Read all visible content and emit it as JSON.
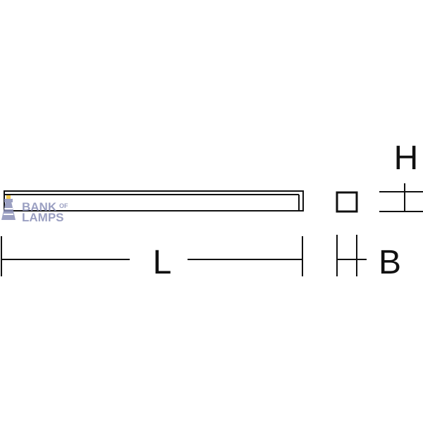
{
  "diagram": {
    "labels": {
      "length": "L",
      "breadth": "B",
      "height": "H"
    },
    "line_color": "#111111"
  },
  "logo": {
    "line1": "BANK",
    "line1_small": "OF",
    "line2": "LAMPS",
    "color": "#8a90b8",
    "accent_color": "#f2c230",
    "icon": "lighthouse-icon"
  }
}
